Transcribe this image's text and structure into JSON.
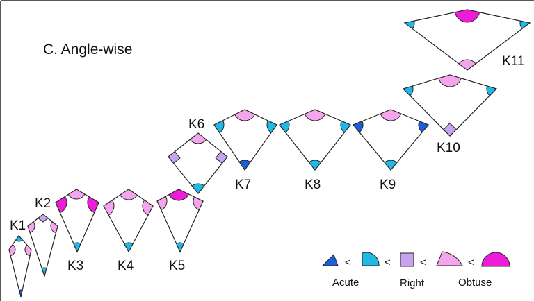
{
  "title": "C. Angle-wise",
  "colors": {
    "acute_dark": "#1f5fd6",
    "acute_light": "#22b8e6",
    "right": "#c9a4ee",
    "obtuse_light": "#f3a6ec",
    "obtuse_dark": "#ee1cd8"
  },
  "kites": [
    {
      "label": "K1"
    },
    {
      "label": "K2"
    },
    {
      "label": "K3"
    },
    {
      "label": "K4"
    },
    {
      "label": "K5"
    },
    {
      "label": "K6"
    },
    {
      "label": "K7"
    },
    {
      "label": "K8"
    },
    {
      "label": "K9"
    },
    {
      "label": "K10"
    },
    {
      "label": "K11"
    }
  ],
  "legend": {
    "less_than": "<",
    "acute": "Acute",
    "right": "Right",
    "obtuse": "Obtuse"
  }
}
